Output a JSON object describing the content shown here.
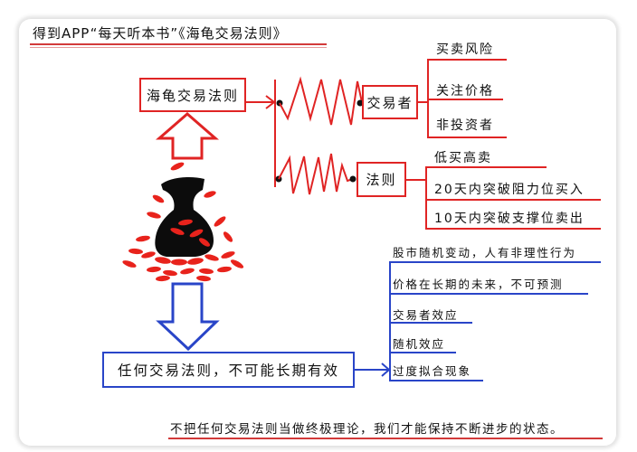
{
  "header": {
    "title": "得到APP“每天听本书”《海龟交易法则》"
  },
  "upper_branch": {
    "root": "海龟交易法则",
    "nodes": [
      {
        "label": "交易者",
        "children": [
          "买卖风险",
          "关注价格",
          "非投资者"
        ]
      },
      {
        "label": "法则",
        "children": [
          "低买高卖",
          "20天内突破阻力位买入",
          "10天内突破支撑位卖出"
        ]
      }
    ],
    "color": "#e02424"
  },
  "lower_branch": {
    "root": "任何交易法则，不可能长期有效",
    "children": [
      "股市随机变动，人有非理性行为",
      "价格在长期的未来，不可预测",
      "交易者效应",
      "随机效应",
      "过度拟合现象"
    ],
    "color": "#2945c8"
  },
  "illustration": {
    "icon": "money-bag-with-coins-icon",
    "up_arrow_color": "#e02424",
    "down_arrow_color": "#2945c8"
  },
  "footer": {
    "text": "不把任何交易法则当做终极理论，我们才能保持不断进步的状态。"
  }
}
